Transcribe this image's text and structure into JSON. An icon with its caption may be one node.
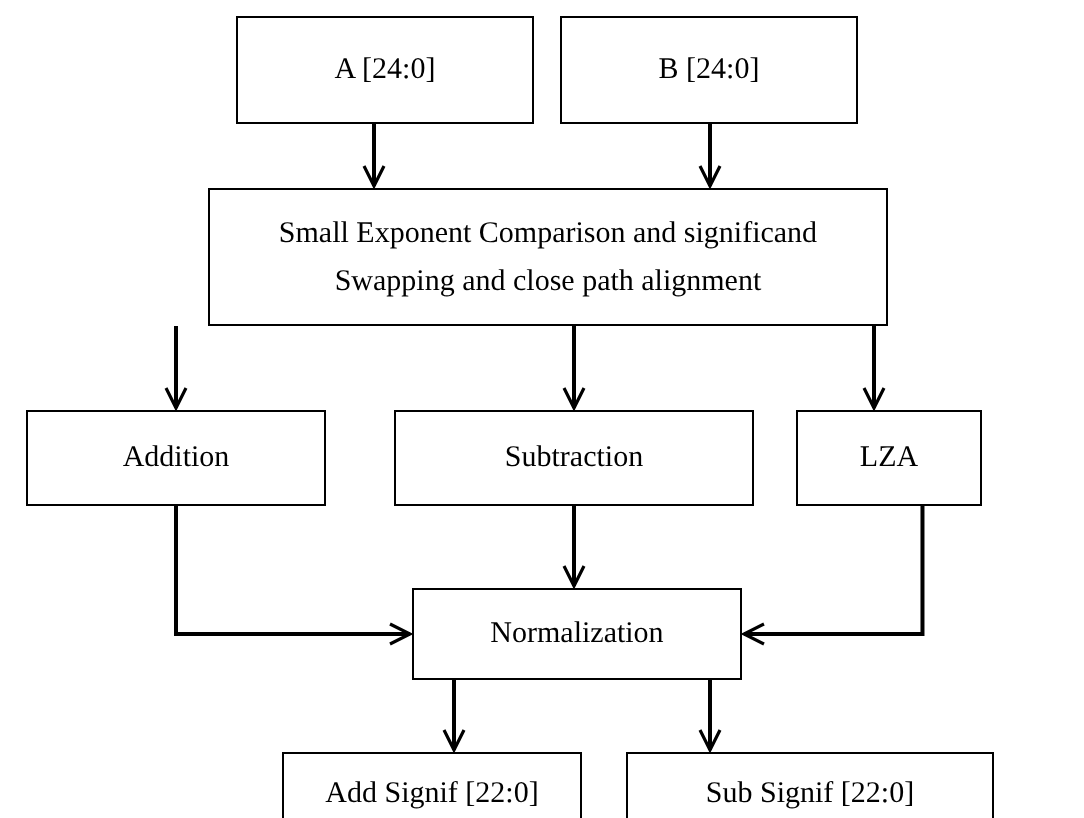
{
  "diagram": {
    "nodes": [
      {
        "text": [
          "A [24:0]"
        ]
      },
      {
        "text": [
          "B [24:0]"
        ]
      },
      {
        "text": [
          "Small Exponent Comparison and significand Swapping and close path alignment"
        ]
      },
      {
        "text": [
          "Addition"
        ]
      },
      {
        "text": [
          "Subtraction"
        ]
      },
      {
        "text": [
          "LZA"
        ]
      },
      {
        "text": [
          "Normalization"
        ]
      },
      {
        "text": [
          "Add Signif [22:0]"
        ]
      },
      {
        "text": [
          "Sub Signif [22:0]"
        ]
      }
    ],
    "edges": [
      {
        "from": 0,
        "to": 2,
        "arrow": "to"
      },
      {
        "from": 1,
        "to": 2,
        "arrow": "to"
      },
      {
        "from": 2,
        "to": 3,
        "arrow": "to"
      },
      {
        "from": 2,
        "to": 4,
        "arrow": "to"
      },
      {
        "from": 2,
        "to": 5,
        "arrow": "to"
      },
      {
        "from": 3,
        "to": 6,
        "arrow": "to"
      },
      {
        "from": 4,
        "to": 6,
        "arrow": "to"
      },
      {
        "from": 5,
        "to": 6,
        "arrow": "to"
      },
      {
        "from": 6,
        "to": 7,
        "arrow": "to"
      },
      {
        "from": 6,
        "to": 8,
        "arrow": "to"
      }
    ]
  }
}
